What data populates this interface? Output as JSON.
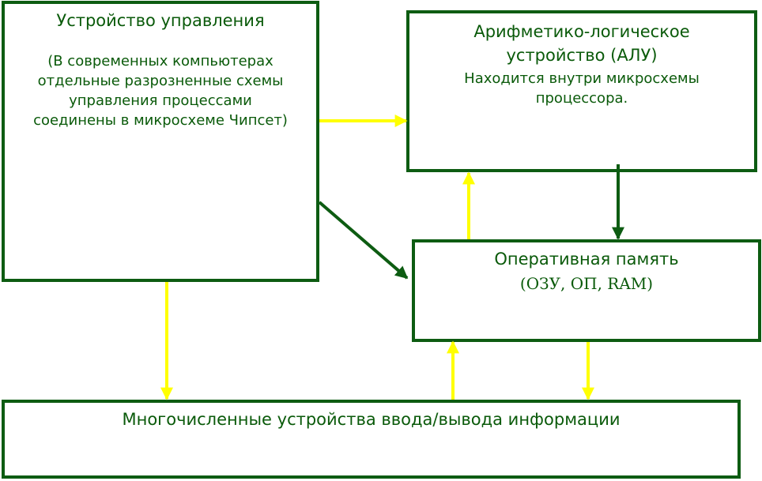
{
  "boxes": {
    "control_unit": {
      "title": "Устройство управления",
      "body": "(В современных компьютерах\nотдельные разрозненные схемы\nуправления процессами\nсоединены в микросхеме Чипсет)"
    },
    "alu": {
      "title": "Арифметико-логическое\nустройство (АЛУ)",
      "body": "Находится внутри микросхемы\nпроцессора."
    },
    "ram": {
      "title": "Оперативная память",
      "subtitle": "(ОЗУ, ОП, RAM)"
    },
    "io": {
      "title": "Многочисленные устройства ввода/вывода информации"
    }
  },
  "colors": {
    "box_border": "#0d5c12",
    "text": "#0a5a0a",
    "control_arrow": "#ffff00",
    "data_arrow": "#0d5c12"
  }
}
